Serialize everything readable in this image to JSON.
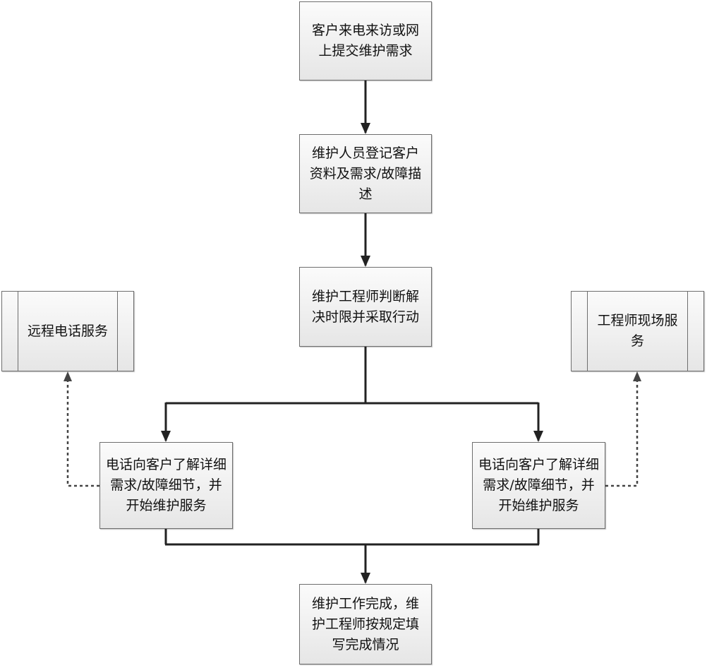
{
  "diagram": {
    "nodes": {
      "request": "客户来电来访或网上提交维护需求",
      "register": "维护人员登记客户资料及需求/故障描述",
      "judge": "维护工程师判断解决时限并采取行动",
      "remote_service": "远程电话服务",
      "onsite_service": "工程师现场服务",
      "call_left": "电话向客户了解详细需求/故障细节，并开始维护服务",
      "call_right": "电话向客户了解详细需求/故障细节，并开始维护服务",
      "complete": "维护工作完成，维护工程师按规定填写完成情况"
    },
    "colors": {
      "line": "#222222",
      "dotted_line": "#444444",
      "box_border": "#6e6e6e",
      "box_fill_top": "#fbfbfb",
      "box_fill_bottom": "#e6e6e6"
    }
  }
}
